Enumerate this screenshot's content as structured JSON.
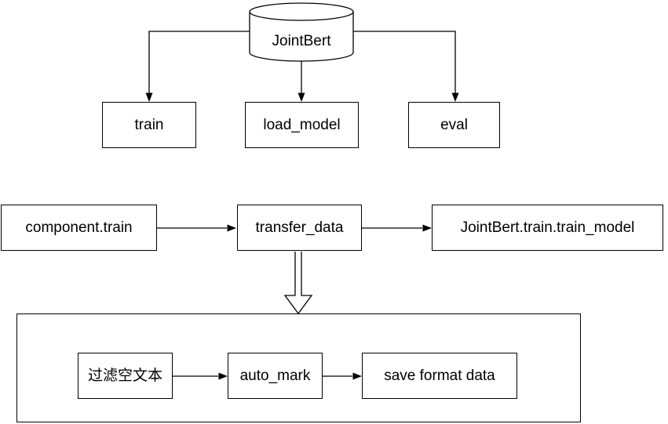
{
  "diagram": {
    "colors": {
      "background": "#ffffff",
      "stroke": "#000000",
      "text": "#000000",
      "shape_fill": "#ffffff"
    },
    "datastore": {
      "label": "JointBert",
      "shape": "cylinder"
    },
    "methods": [
      {
        "label": "train"
      },
      {
        "label": "load_model"
      },
      {
        "label": "eval"
      }
    ],
    "pipeline": [
      {
        "label": "component.train"
      },
      {
        "label": "transfer_data"
      },
      {
        "label": "JointBert.train.train_model"
      }
    ],
    "transfer_steps": [
      {
        "label": "过滤空文本"
      },
      {
        "label": "auto_mark"
      },
      {
        "label": "save format data"
      }
    ]
  }
}
